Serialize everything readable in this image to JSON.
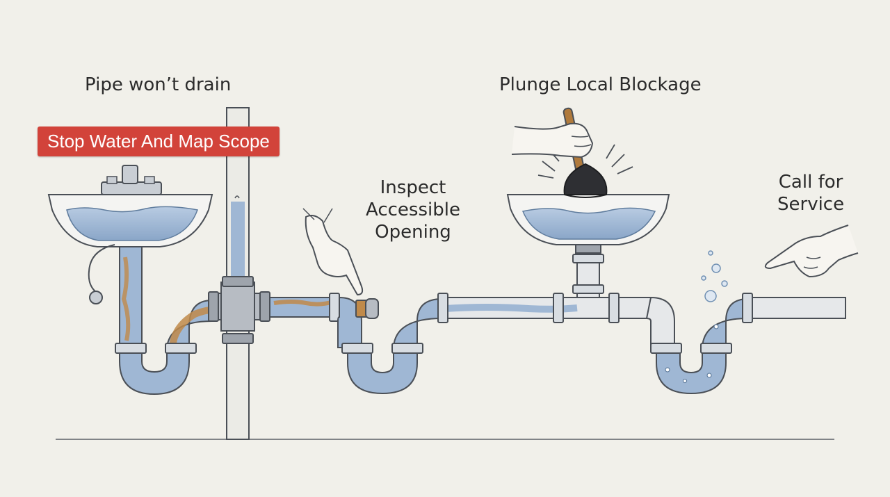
{
  "labels": {
    "symptom": "Pipe won’t drain",
    "step1": "Stop Water And Map Scope",
    "step2": [
      "Inspect",
      "Accessible",
      "Opening"
    ],
    "step3": "Plunge Local Blockage",
    "step4": [
      "Call for",
      "Service"
    ]
  },
  "colors": {
    "background": "#f1f0ea",
    "badge": "#d2433a",
    "water": "#9fb7d4",
    "pipe": "#d8dde2",
    "rust": "#c08a4a",
    "outline": "#4a4f56"
  },
  "icons": [
    "faucet-icon",
    "hand-pointing-icon",
    "plunger-icon",
    "hand-icon",
    "bubbles-icon"
  ]
}
